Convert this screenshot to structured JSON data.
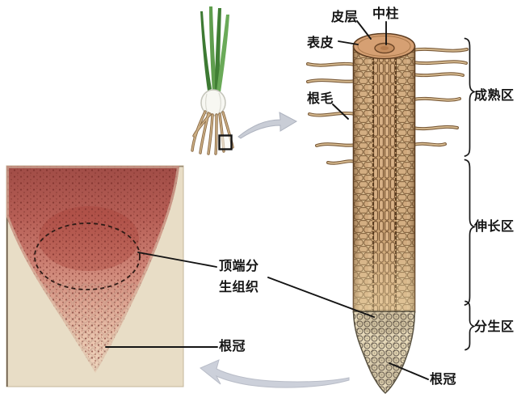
{
  "labels": {
    "epidermis": "表皮",
    "cortex": "皮层",
    "stele": "中柱",
    "root_hair": "根毛",
    "maturation_zone": "成熟区",
    "elongation_zone": "伸长区",
    "meristem_zone": "分生区",
    "apical_meristem_line1": "顶端分",
    "apical_meristem_line2": "生组织",
    "root_cap_micrograph": "根冠",
    "root_cap_diagram": "根冠"
  },
  "icons": {
    "arrow_plant_to_diagram": "curved-right-arrow",
    "arrow_diagram_to_micrograph": "curved-left-arrow",
    "sample_box": "selection-rectangle"
  },
  "colors": {
    "background": "#ffffff",
    "label_text": "#141414",
    "root_body_tan": "#d3ae82",
    "root_outline_brown": "#5e3e22",
    "root_top_face": "#d6a073",
    "micrograph_background": "#e8ddc6",
    "micrograph_tissue_dark_red": "#a04c46",
    "micrograph_tissue_pale_pink": "#efd6bf",
    "leaf_green": "#4a8a3c",
    "bulb_white": "#f7f7f2",
    "arrow_gray": "#c9cdd6"
  }
}
